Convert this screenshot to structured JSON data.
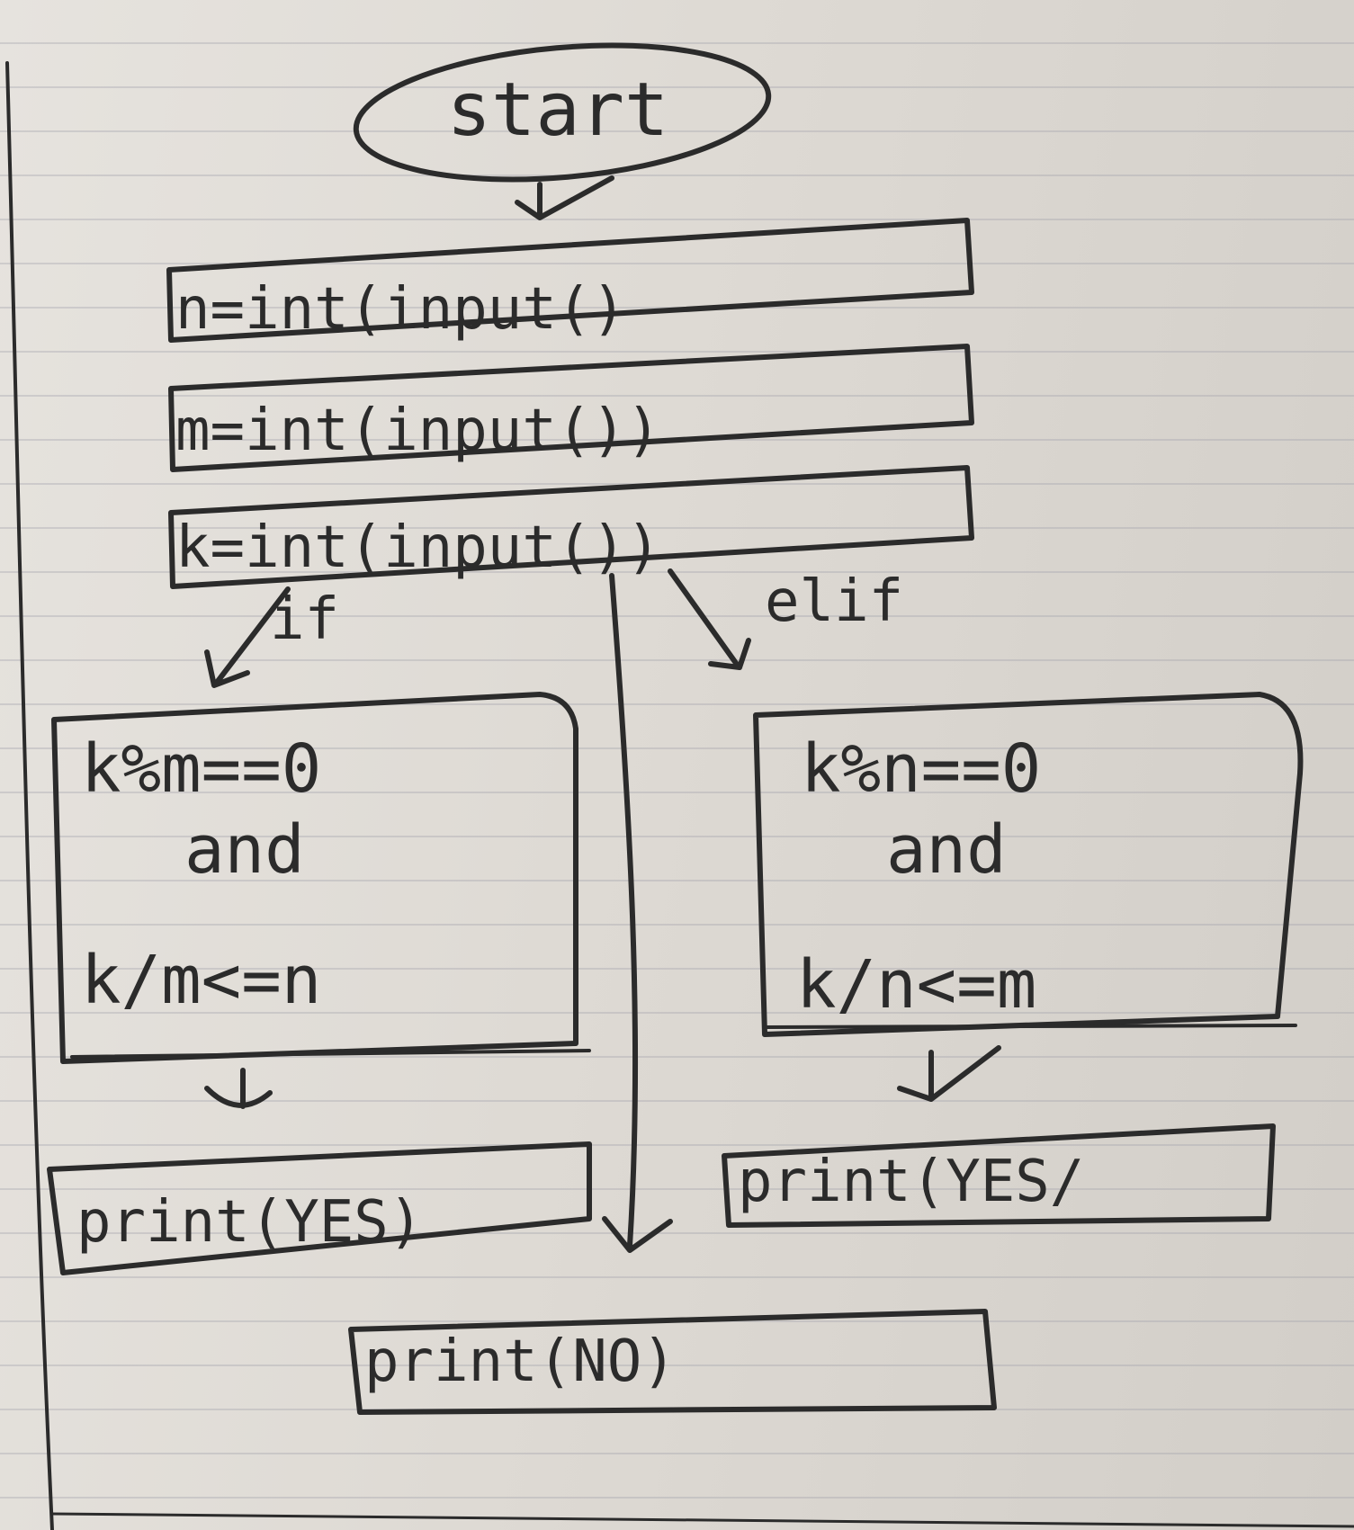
{
  "flowchart": {
    "start": "start",
    "inputs": [
      "n=int(input()",
      "m=int(input())",
      "k=int(input())"
    ],
    "branch_if": "if",
    "branch_elif": "elif",
    "if_condition": [
      "k%m==0",
      "and",
      "k/m<=n"
    ],
    "elif_condition": [
      "k%n==0",
      "and",
      "k/n<=m"
    ],
    "if_output": "print(YES)",
    "elif_output": "print(YES/",
    "else_output": "print(NO)"
  }
}
